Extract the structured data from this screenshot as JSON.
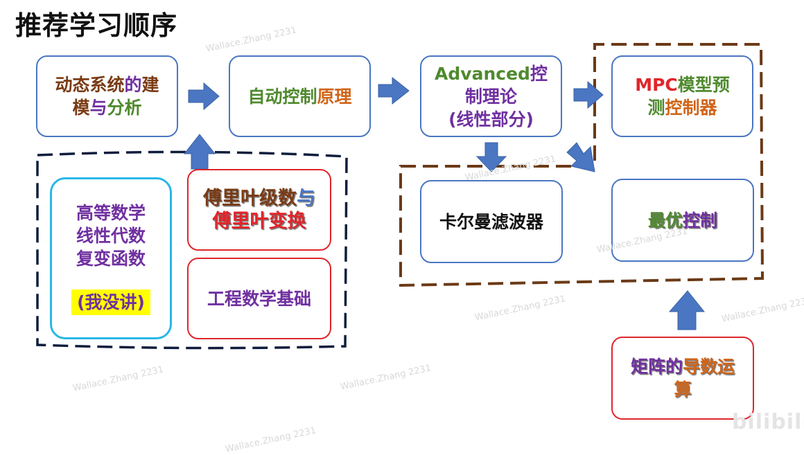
{
  "title": "推荐学习顺序",
  "boxes": {
    "dynamic_systems": {
      "line1": [
        {
          "t": "动态系统",
          "c": "#7a3b14"
        },
        {
          "t": "的",
          "c": "#7030a0"
        },
        {
          "t": "建",
          "c": "#7a3b14"
        }
      ],
      "line2": [
        {
          "t": "模",
          "c": "#7a3b14"
        },
        {
          "t": "与",
          "c": "#7030a0"
        },
        {
          "t": "分析",
          "c": "#4f8a2e"
        }
      ]
    },
    "auto_control": {
      "line1": [
        {
          "t": "自动控制",
          "c": "#4f8a2e"
        },
        {
          "t": "原理",
          "c": "#d0651a"
        }
      ]
    },
    "advanced": {
      "line1": [
        {
          "t": "Advanced",
          "c": "#4f8a2e"
        },
        {
          "t": "控",
          "c": "#7030a0"
        }
      ],
      "line2": [
        {
          "t": "制理论",
          "c": "#7030a0"
        }
      ],
      "line3": [
        {
          "t": "(线性部分)",
          "c": "#7030a0"
        }
      ]
    },
    "mpc": {
      "line1": [
        {
          "t": "MPC",
          "c": "#e0252b"
        },
        {
          "t": "模型预",
          "c": "#4f8a2e"
        }
      ],
      "line2": [
        {
          "t": "测",
          "c": "#4f8a2e"
        },
        {
          "t": "控制器",
          "c": "#d0651a"
        }
      ]
    },
    "math": {
      "line1": "高等数学",
      "line2": "线性代数",
      "line3": "复变函数",
      "note": "(我没讲)"
    },
    "fourier": {
      "line1": [
        {
          "t": "傅里叶级数",
          "c": "#7a3b14"
        },
        {
          "t": "与",
          "c": "#4a76c2"
        }
      ],
      "line2": [
        {
          "t": "傅里叶变换",
          "c": "#e0252b"
        }
      ]
    },
    "eng_math": {
      "line1": "工程数学基础"
    },
    "kalman": {
      "line1": "卡尔曼滤波器"
    },
    "optimal": {
      "line1": [
        {
          "t": "最优",
          "c": "#4f8a2e"
        },
        {
          "t": "控制",
          "c": "#7030a0"
        }
      ]
    },
    "matrix": {
      "line1": [
        {
          "t": "矩阵的",
          "c": "#7030a0"
        },
        {
          "t": "导数运",
          "c": "#d0651a"
        }
      ],
      "line2": [
        {
          "t": "算",
          "c": "#d0651a"
        }
      ]
    }
  },
  "colors": {
    "brown": "#7a3b14",
    "green": "#4f8a2e",
    "purple": "#7030a0",
    "orange": "#d0651a",
    "red": "#e0252b",
    "blue": "#4a76c2",
    "navy": "#0f1d3d",
    "dark_brown": "#6b3a16"
  },
  "watermark": "Wallace.Zhang 2231",
  "logo": "bilibili"
}
